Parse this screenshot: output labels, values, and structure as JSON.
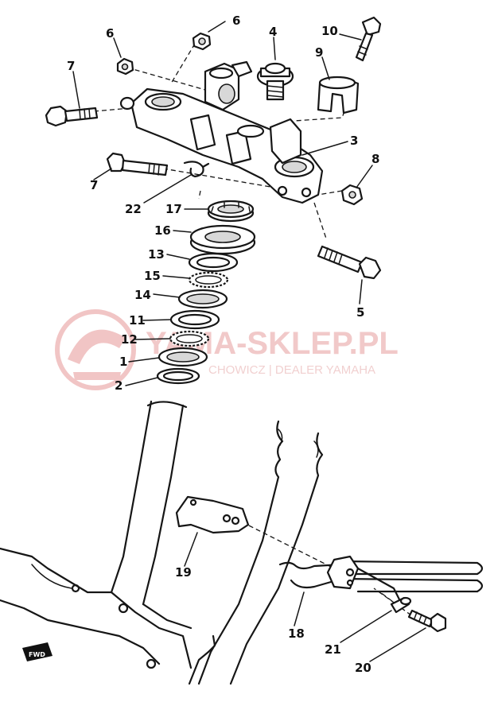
{
  "watermark": {
    "title": "YAMA-SKLEP.PL",
    "subtitle": "CHOWICZ | DEALER YAMAHA",
    "color": "#e58c8c"
  },
  "direction_marker": {
    "label": "FWD"
  },
  "callouts": [
    {
      "id": "c6a",
      "text": "6"
    },
    {
      "id": "c6b",
      "text": "6"
    },
    {
      "id": "c4",
      "text": "4"
    },
    {
      "id": "c10",
      "text": "10"
    },
    {
      "id": "c9",
      "text": "9"
    },
    {
      "id": "c7a",
      "text": "7"
    },
    {
      "id": "c7b",
      "text": "7"
    },
    {
      "id": "c3",
      "text": "3"
    },
    {
      "id": "c8",
      "text": "8"
    },
    {
      "id": "c22",
      "text": "22"
    },
    {
      "id": "c17",
      "text": "17"
    },
    {
      "id": "c16",
      "text": "16"
    },
    {
      "id": "c13",
      "text": "13"
    },
    {
      "id": "c15",
      "text": "15"
    },
    {
      "id": "c14",
      "text": "14"
    },
    {
      "id": "c11",
      "text": "11"
    },
    {
      "id": "c12",
      "text": "12"
    },
    {
      "id": "c1",
      "text": "1"
    },
    {
      "id": "c2",
      "text": "2"
    },
    {
      "id": "c5",
      "text": "5"
    },
    {
      "id": "c19",
      "text": "19"
    },
    {
      "id": "c18",
      "text": "18"
    },
    {
      "id": "c21",
      "text": "21"
    },
    {
      "id": "c20",
      "text": "20"
    }
  ]
}
